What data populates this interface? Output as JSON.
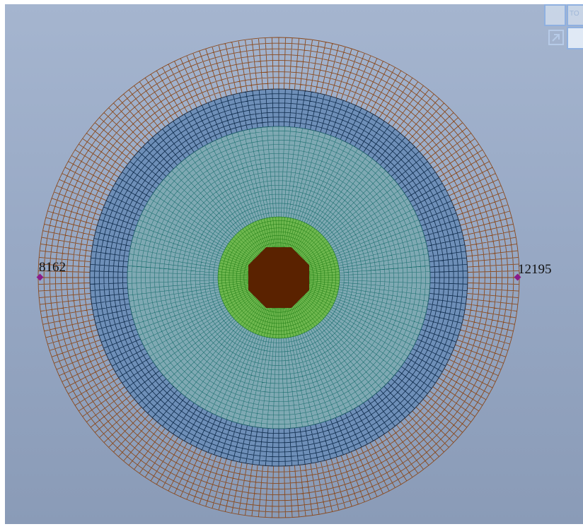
{
  "viewport": {
    "background_top": "#a5b5cf",
    "background_bottom": "#8a9bb7"
  },
  "mesh": {
    "layers": [
      {
        "name": "outer-ring",
        "color": "#8a4a1e",
        "fill": "none"
      },
      {
        "name": "blue-ring",
        "color": "#0d2a4a",
        "fill": "#6e8fb8"
      },
      {
        "name": "teal-ring",
        "color": "#1a6e6e",
        "fill": "#7fa9b3"
      },
      {
        "name": "green-ring",
        "color": "#1a7a12",
        "fill": "#6fb84f"
      },
      {
        "name": "core",
        "color": "#5a2200",
        "fill": "#5a2200"
      }
    ]
  },
  "nodes": {
    "left": {
      "label": "8162",
      "color": "#8a1a8a"
    },
    "right": {
      "label": "12195",
      "color": "#8a1a8a"
    }
  },
  "view_cube": {
    "top_label": "TO",
    "icon": "fit-view-arrow-icon"
  }
}
